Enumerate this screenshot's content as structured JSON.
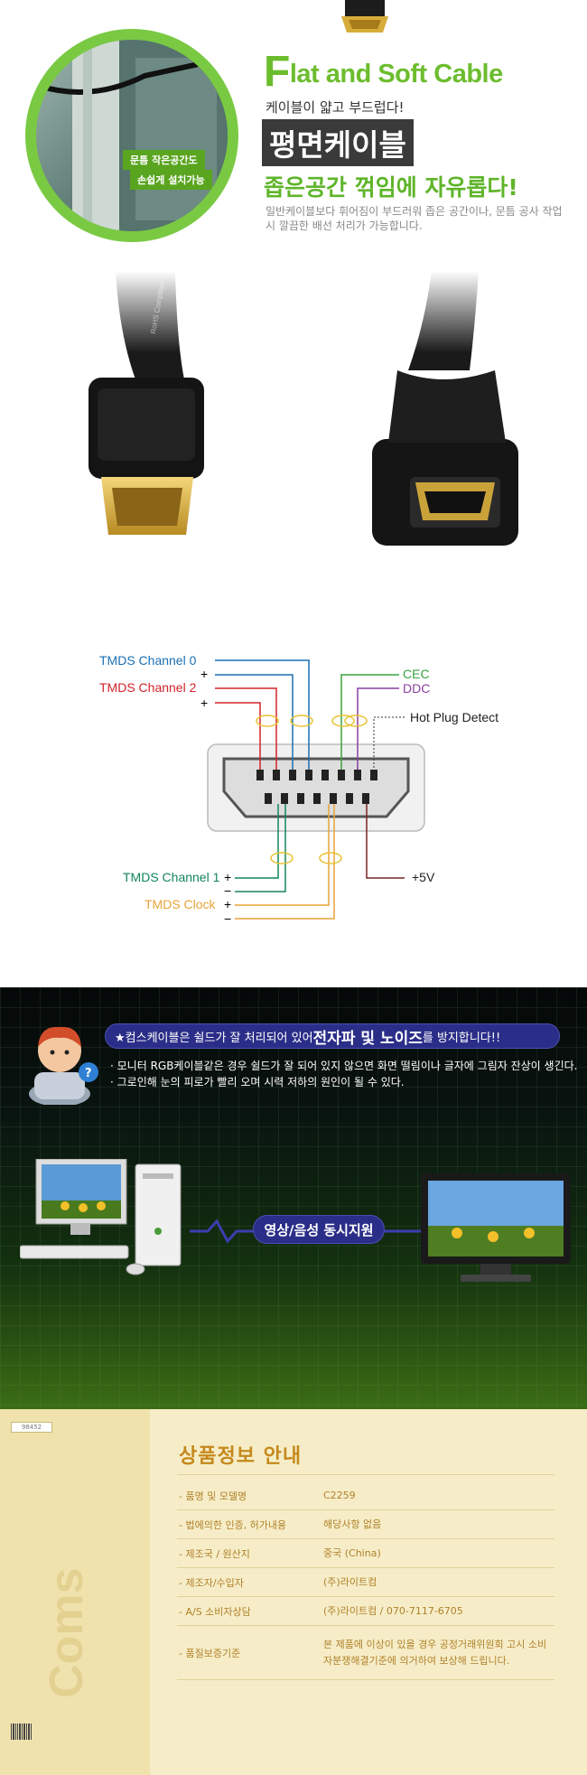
{
  "hero": {
    "title_en_first": "F",
    "title_en_rest": "lat and Soft Cable",
    "subtitle": "케이블이 얇고 부드럽다!",
    "title_ko": "평면케이블",
    "headline_green": "좁은공간 꺾임에 자유롭다!",
    "desc": "일반케이블보다 휘어짐이 부드러워 좁은 공간이나, 문틈 공사 작업시 깔끔한 배선 처리가 가능합니다.",
    "ring_label_1": "문틈 작은공간도",
    "ring_label_2": "손쉽게 설치가능"
  },
  "pinout": {
    "tmds0": "TMDS Channel 0",
    "tmds2": "TMDS Channel 2",
    "tmds1": "TMDS Channel 1",
    "tmdsclock": "TMDS Clock",
    "cec": "CEC",
    "ddc": "DDC",
    "hotplug": "Hot Plug Detect",
    "plus5v": "+5V",
    "plus": "+",
    "minus": "−",
    "colors": {
      "tmds0": "#1a6fb3",
      "tmds2": "#d2232a",
      "tmds1": "#13865a",
      "clock": "#e8a33a",
      "cec": "#3aa33f",
      "ddc": "#8a3fa0",
      "hpd": "#333333",
      "v5": "#7a2326"
    }
  },
  "dark": {
    "notice_prefix": "★컴스케이블은 쉴드가 잘 처리되어 있어 ",
    "notice_big": "전자파 및 노이즈",
    "notice_suffix": "를 방지합니다!!",
    "bullet1": "· 모니터 RGB케이블같은 경우 쉴드가 잘 되어 있지 않으면 화면 떨림이나 글자에 그림자 잔상이 생긴다.",
    "bullet2": "· 그로인해 눈의 피로가 빨리 오며 시력 저하의 원인이 될 수 있다.",
    "av_label": "영상/음성 동시지원"
  },
  "info": {
    "code": "98452",
    "logo": "Coms",
    "title": "상품정보 안내",
    "rows": [
      {
        "label": "- 품명 및 모델명",
        "value": "C2259"
      },
      {
        "label": "- 법에의한 인증, 허가내용",
        "value": "해당사항 없음"
      },
      {
        "label": "- 제조국 / 원산지",
        "value": "중국 (China)"
      },
      {
        "label": "- 제조자/수입자",
        "value": "(주)라이트컴"
      },
      {
        "label": "- A/S 소비자상담",
        "value": "(주)라이트컴 / 070-7117-6705"
      },
      {
        "label": "- 품질보증기준",
        "value": "본 제품에 이상이 있을 경우 공정거래위원회 고시 소비자분쟁해결기준에 의거하여 보상해 드립니다."
      }
    ]
  }
}
